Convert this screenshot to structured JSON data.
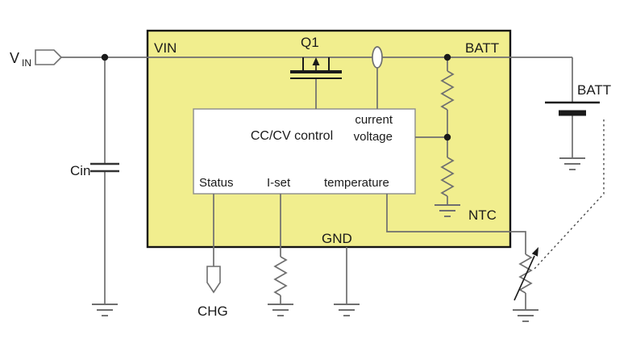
{
  "colors": {
    "ic_fill": "#f1ee8e",
    "ic_border": "#141414",
    "wire": "#6f6f6f",
    "text": "#1a1a1a"
  },
  "labels": {
    "input_v": "V",
    "input_v_sub": "IN",
    "cin": "Cin",
    "q1": "Q1",
    "chg": "CHG",
    "battery_external": "BATT"
  },
  "ic": {
    "pin_vin": "VIN",
    "pin_batt": "BATT",
    "pin_gnd": "GND",
    "pin_ntc": "NTC",
    "controller": {
      "title": "CC/CV control",
      "current": "current",
      "voltage": "voltage",
      "status": "Status",
      "iset": "I-set",
      "temperature": "temperature"
    }
  }
}
